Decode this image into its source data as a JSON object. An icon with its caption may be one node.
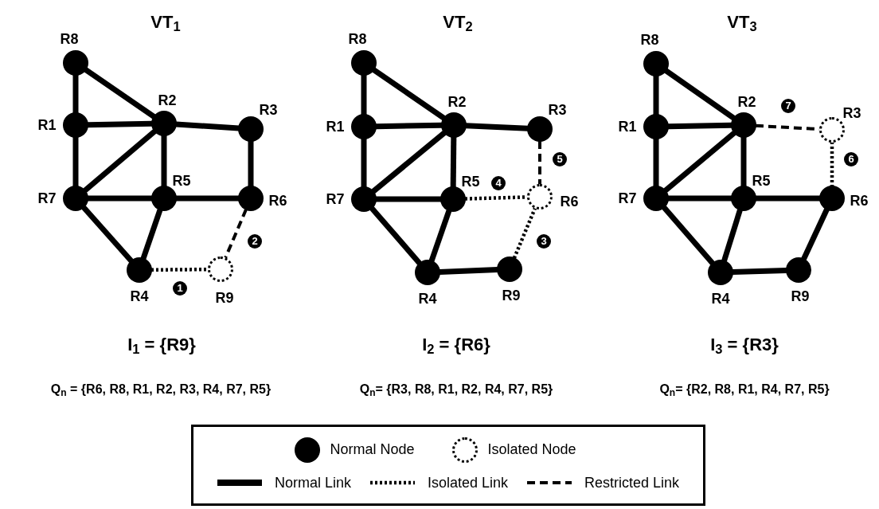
{
  "diagram": {
    "nodes": [
      {
        "text": [
          "R8"
        ]
      },
      {
        "text": [
          "R1"
        ]
      },
      {
        "text": [
          "R2"
        ]
      },
      {
        "text": [
          "R3"
        ]
      },
      {
        "text": [
          "R7"
        ]
      },
      {
        "text": [
          "R5"
        ]
      },
      {
        "text": [
          "R6"
        ]
      },
      {
        "text": [
          "R4"
        ]
      },
      {
        "text": [
          "R9"
        ]
      },
      {
        "text": [
          "R8"
        ]
      },
      {
        "text": [
          "R1"
        ]
      },
      {
        "text": [
          "R2"
        ]
      },
      {
        "text": [
          "R3"
        ]
      },
      {
        "text": [
          "R7"
        ]
      },
      {
        "text": [
          "R5"
        ]
      },
      {
        "text": [
          "R6"
        ]
      },
      {
        "text": [
          "R4"
        ]
      },
      {
        "text": [
          "R9"
        ]
      },
      {
        "text": [
          "R8"
        ]
      },
      {
        "text": [
          "R1"
        ]
      },
      {
        "text": [
          "R2"
        ]
      },
      {
        "text": [
          "R3"
        ]
      },
      {
        "text": [
          "R7"
        ]
      },
      {
        "text": [
          "R5"
        ]
      },
      {
        "text": [
          "R6"
        ]
      },
      {
        "text": [
          "R4"
        ]
      },
      {
        "text": [
          "R9"
        ]
      }
    ],
    "edges": [
      {
        "from": 0,
        "to": 1,
        "arrow": "none"
      },
      {
        "from": 0,
        "to": 2,
        "arrow": "none"
      },
      {
        "from": 1,
        "to": 2,
        "arrow": "none"
      },
      {
        "from": 1,
        "to": 4,
        "arrow": "none"
      },
      {
        "from": 2,
        "to": 4,
        "arrow": "none"
      },
      {
        "from": 2,
        "to": 3,
        "arrow": "none"
      },
      {
        "from": 2,
        "to": 5,
        "arrow": "none"
      },
      {
        "from": 3,
        "to": 6,
        "arrow": "none"
      },
      {
        "from": 4,
        "to": 5,
        "arrow": "none"
      },
      {
        "from": 5,
        "to": 6,
        "arrow": "none"
      },
      {
        "from": 4,
        "to": 7,
        "arrow": "none"
      },
      {
        "from": 5,
        "to": 7,
        "arrow": "none"
      },
      {
        "from": 7,
        "to": 8,
        "arrow": "none",
        "style": "dashed",
        "label": "1"
      },
      {
        "from": 6,
        "to": 8,
        "arrow": "none",
        "style": "dashed",
        "label": "2"
      },
      {
        "from": 9,
        "to": 10,
        "arrow": "none"
      },
      {
        "from": 9,
        "to": 11,
        "arrow": "none"
      },
      {
        "from": 10,
        "to": 11,
        "arrow": "none"
      },
      {
        "from": 10,
        "to": 13,
        "arrow": "none"
      },
      {
        "from": 11,
        "to": 13,
        "arrow": "none"
      },
      {
        "from": 11,
        "to": 12,
        "arrow": "none"
      },
      {
        "from": 11,
        "to": 14,
        "arrow": "none"
      },
      {
        "from": 13,
        "to": 14,
        "arrow": "none"
      },
      {
        "from": 13,
        "to": 16,
        "arrow": "none"
      },
      {
        "from": 14,
        "to": 16,
        "arrow": "none"
      },
      {
        "from": 16,
        "to": 17,
        "arrow": "none"
      },
      {
        "from": 17,
        "to": 15,
        "arrow": "none",
        "style": "dashed",
        "label": "3"
      },
      {
        "from": 14,
        "to": 15,
        "arrow": "none",
        "style": "dashed",
        "label": "4"
      },
      {
        "from": 12,
        "to": 15,
        "arrow": "none",
        "style": "dashed",
        "label": "5"
      },
      {
        "from": 18,
        "to": 19,
        "arrow": "none"
      },
      {
        "from": 18,
        "to": 20,
        "arrow": "none"
      },
      {
        "from": 19,
        "to": 20,
        "arrow": "none"
      },
      {
        "from": 19,
        "to": 22,
        "arrow": "none"
      },
      {
        "from": 20,
        "to": 22,
        "arrow": "none"
      },
      {
        "from": 20,
        "to": 23,
        "arrow": "none"
      },
      {
        "from": 22,
        "to": 23,
        "arrow": "none"
      },
      {
        "from": 23,
        "to": 24,
        "arrow": "none"
      },
      {
        "from": 22,
        "to": 25,
        "arrow": "none"
      },
      {
        "from": 23,
        "to": 25,
        "arrow": "none"
      },
      {
        "from": 25,
        "to": 26,
        "arrow": "none"
      },
      {
        "from": 26,
        "to": 24,
        "arrow": "none"
      },
      {
        "from": 21,
        "to": 24,
        "arrow": "none",
        "style": "dashed",
        "label": "6"
      },
      {
        "from": 20,
        "to": 21,
        "arrow": "none",
        "style": "dashed",
        "label": "7"
      }
    ],
    "labels": [
      "VT$_{1}$",
      "VT$_{2}$",
      "VT$_{3}$",
      "I$_{1}$ = {R9}",
      "I$_{2}$ = {R6}",
      "I$_{3}$ = {R3}",
      "Q$_{n}$ = {R6, R8, R1, R2, R3, R4, R7, R5}",
      "Q$_{n}$= {R3, R8, R1, R2, R4, R7, R5}",
      "Q$_{n}$= {R2, R8, R1, R4, R7, R5}"
    ],
    "legend": [
      {
        "text": "Normal Node"
      },
      {
        "text": "Isolated Node"
      },
      {
        "text": "Normal Link"
      },
      {
        "text": "Isolated Link"
      },
      {
        "text": "Restricted Link"
      }
    ]
  }
}
